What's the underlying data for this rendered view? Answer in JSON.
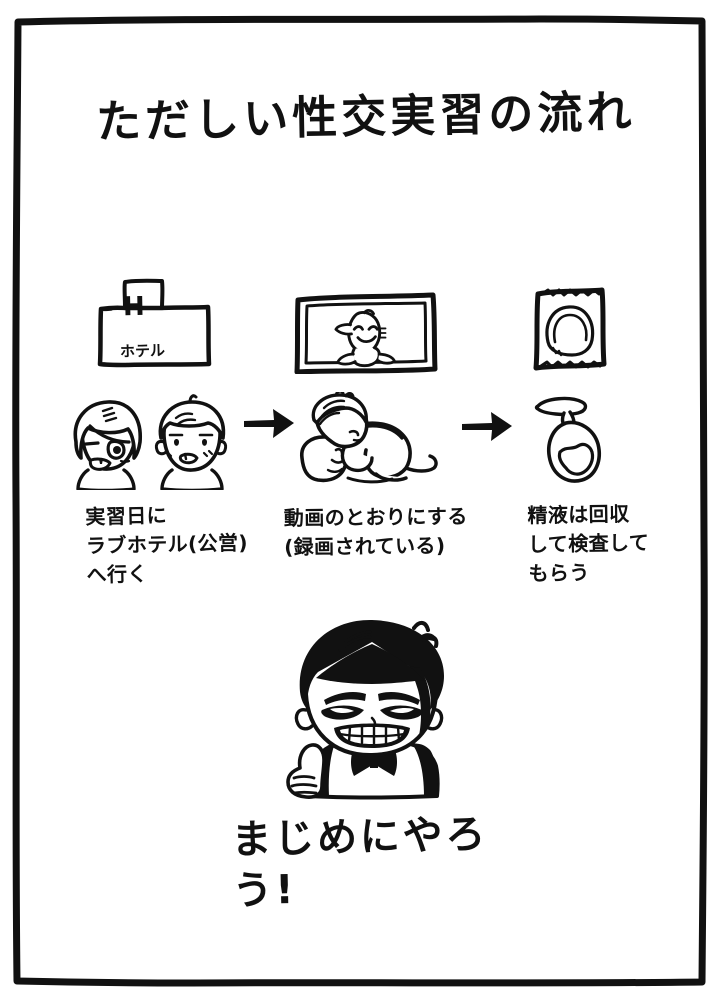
{
  "poster": {
    "title": "ただしい性交実習の流れ",
    "footer": "まじめにやろう!",
    "background_color": "#ffffff",
    "ink_color": "#111111",
    "frame": "hand-drawn-rectangle-border"
  },
  "steps": [
    {
      "index": 1,
      "caption": "実習日に\nラブホテル(公営)\nへ行く",
      "top_icon": "love-hotel-building-icon",
      "bottom_icon": "two-student-faces-icon",
      "hotel_sign_letter": "H",
      "hotel_sign_word": "ホテル"
    },
    {
      "index": 2,
      "caption": "動画のとおりにする\n(録画されている)",
      "top_icon": "instruction-video-screen-icon",
      "bottom_icon": "couple-practicing-icon"
    },
    {
      "index": 3,
      "caption": "精液は回収\nして検査して\nもらう",
      "top_icon": "condom-package-icon",
      "bottom_icon": "tied-sample-container-icon"
    }
  ],
  "arrows": [
    {
      "name": "arrow-step1-to-step2",
      "direction": "right"
    },
    {
      "name": "arrow-step2-to-step3",
      "direction": "right"
    }
  ],
  "mascot": {
    "name": "serious-teacher-thumbs-up",
    "expression": "determined-grin",
    "gesture": "thumbs-up",
    "attire": "bow-tie-and-jacket"
  }
}
